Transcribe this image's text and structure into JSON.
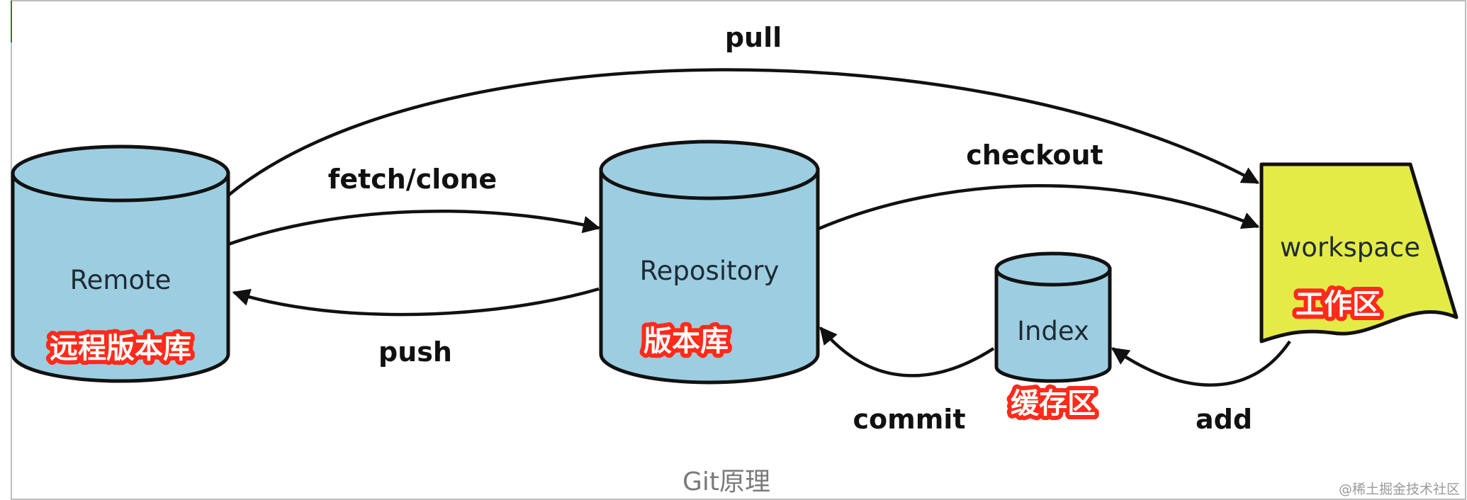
{
  "nodes": {
    "remote": {
      "label": "Remote",
      "label_cn": "远程版本库"
    },
    "repository": {
      "label": "Repository",
      "label_cn": "版本库"
    },
    "index": {
      "label": "Index",
      "label_cn": "缓存区"
    },
    "workspace": {
      "label": "workspace",
      "label_cn": "工作区"
    }
  },
  "edges": {
    "pull": {
      "label": "pull"
    },
    "fetch_clone": {
      "label": "fetch/clone"
    },
    "push": {
      "label": "push"
    },
    "checkout": {
      "label": "checkout"
    },
    "commit": {
      "label": "commit"
    },
    "add": {
      "label": "add"
    }
  },
  "caption": "Git原理",
  "watermark": "@稀土掘金技术社区",
  "colors": {
    "cylinder_fill": "#9dcde0",
    "workspace_fill": "#e4eb46",
    "cn_label_outline": "#ff2a1a",
    "stroke": "#111111"
  }
}
